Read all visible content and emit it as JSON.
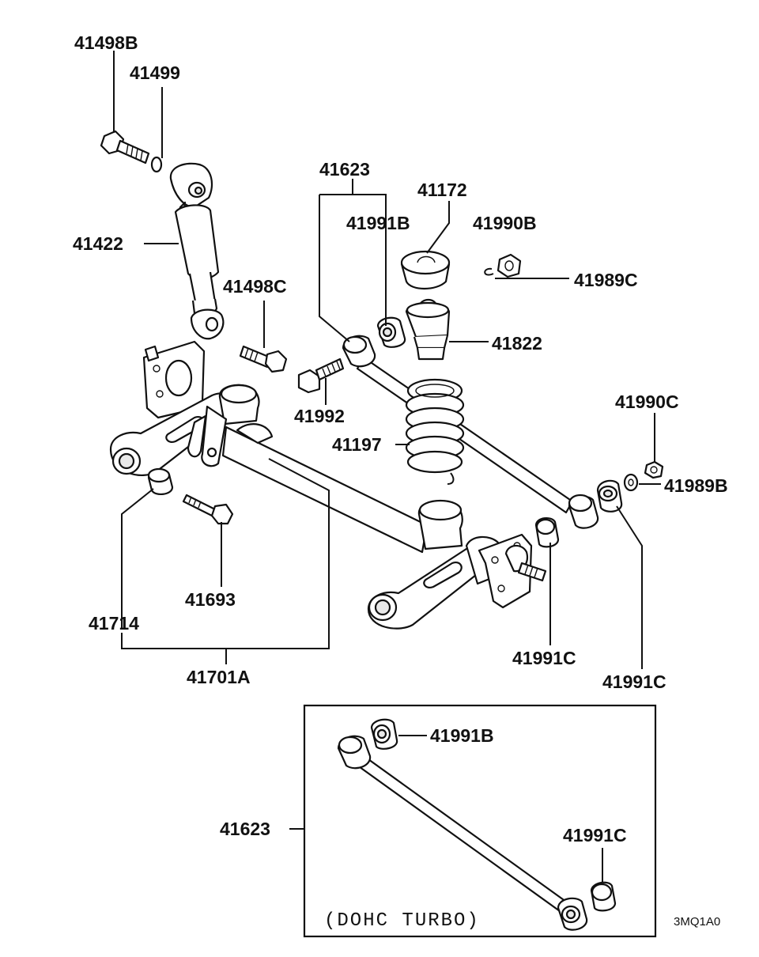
{
  "labels": {
    "p41498B": "41498B",
    "p41499": "41499",
    "p41422": "41422",
    "p41498C": "41498C",
    "p41623_top": "41623",
    "p41991B_top": "41991B",
    "p41172": "41172",
    "p41990B": "41990B",
    "p41989C": "41989C",
    "p41822": "41822",
    "p41992": "41992",
    "p41197": "41197",
    "p41990C": "41990C",
    "p41989B": "41989B",
    "p41714": "41714",
    "p41693": "41693",
    "p41701A": "41701A",
    "p41991C_mid": "41991C",
    "p41991C_right": "41991C",
    "p41991B_inset": "41991B",
    "p41623_inset": "41623",
    "p41991C_inset": "41991C"
  },
  "inset": {
    "note": "(DOHC TURBO)"
  },
  "figure_code": "3MQ1A0"
}
